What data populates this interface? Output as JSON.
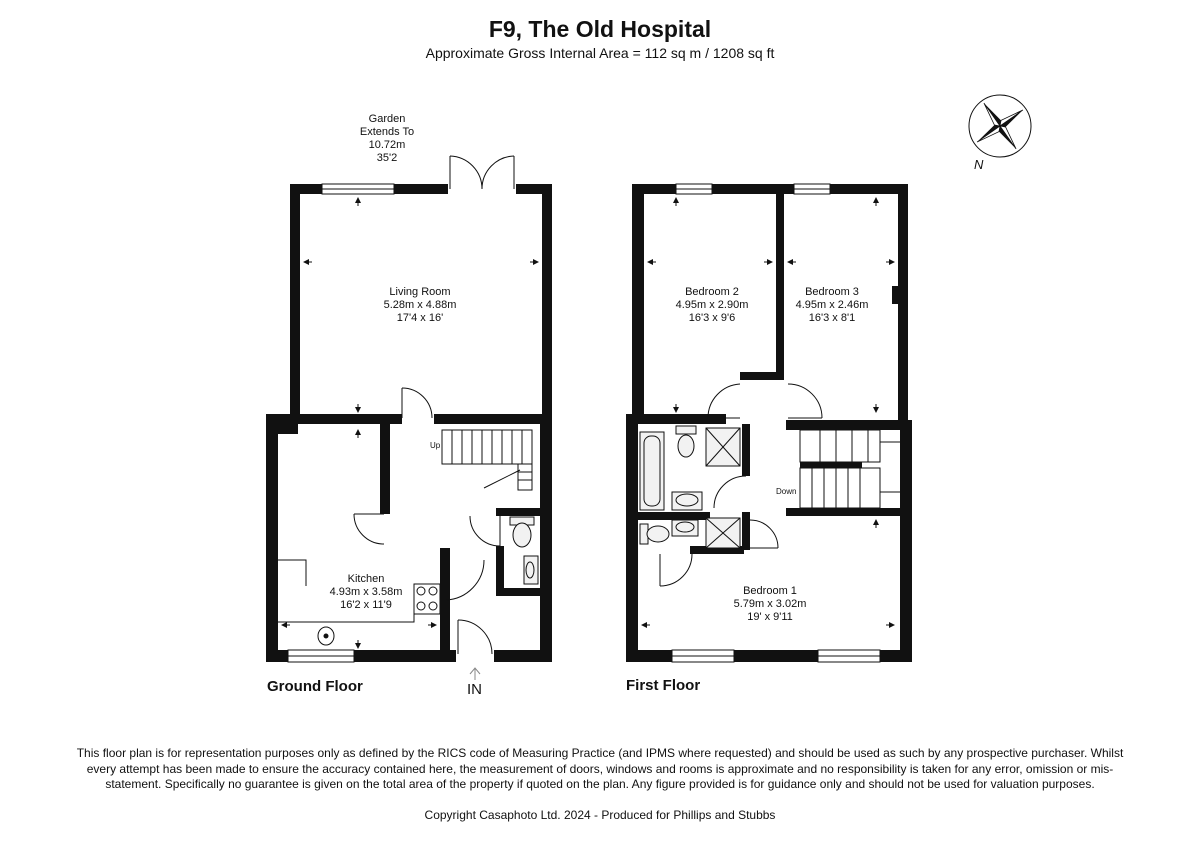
{
  "header": {
    "title": "F9, The Old Hospital",
    "subtitle": "Approximate Gross Internal Area = 112 sq m / 1208 sq ft"
  },
  "garden": {
    "line1": "Garden",
    "line2": "Extends To",
    "line3": "10.72m",
    "line4": "35'2"
  },
  "compass": {
    "label": "N",
    "icon": "compass-rose-icon"
  },
  "ground_floor": {
    "label": "Ground Floor",
    "entrance": "IN",
    "stairs_label": "Up",
    "living_room": {
      "name": "Living Room",
      "metric": "5.28m x 4.88m",
      "imperial": "17'4 x 16'"
    },
    "kitchen": {
      "name": "Kitchen",
      "metric": "4.93m x 3.58m",
      "imperial": "16'2 x 11'9"
    }
  },
  "first_floor": {
    "label": "First Floor",
    "stairs_label": "Down",
    "bedroom_2": {
      "name": "Bedroom 2",
      "metric": "4.95m x 2.90m",
      "imperial": "16'3 x 9'6"
    },
    "bedroom_3": {
      "name": "Bedroom 3",
      "metric": "4.95m x 2.46m",
      "imperial": "16'3 x 8'1"
    },
    "bedroom_1": {
      "name": "Bedroom 1",
      "metric": "5.79m x 3.02m",
      "imperial": "19' x 9'11"
    }
  },
  "footer": {
    "disclaimer": "This floor plan is for representation purposes only as defined by the RICS code of Measuring Practice (and IPMS where requested) and should be used as such by any prospective purchaser. Whilst every attempt has been made to ensure the accuracy contained here, the measurement of doors, windows and rooms is approximate and no responsibility is taken for any error, omission or mis-statement. Specifically no guarantee is given on the total area of the property if quoted on the plan. Any figure provided is for guidance only and should not be used for valuation purposes.",
    "copyright": "Copyright Casaphoto Ltd. 2024 - Produced for Phillips and Stubbs"
  },
  "colors": {
    "wall": "#111111",
    "fixture_fill": "#f2f2f2",
    "background": "#ffffff"
  }
}
